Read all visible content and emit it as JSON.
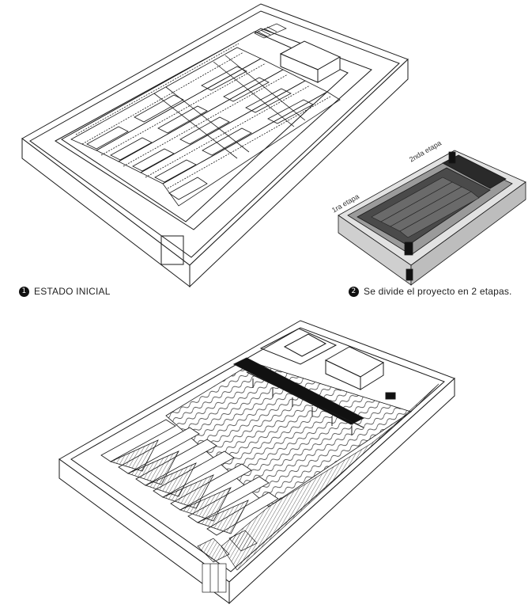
{
  "captions": [
    {
      "number": "1",
      "text": "ESTADO INICIAL"
    },
    {
      "number": "2",
      "text": "Se divide el proyecto en 2 etapas."
    }
  ],
  "stage_labels": {
    "first": "1ra etapa",
    "second": "2nda etapa"
  },
  "colors": {
    "line": "#1a1a1a",
    "box_fill_light": "#d9d9d9",
    "box_fill_mid": "#b5b5b5",
    "box_fill_dark": "#4a4a4a",
    "accent_black": "#111111"
  }
}
